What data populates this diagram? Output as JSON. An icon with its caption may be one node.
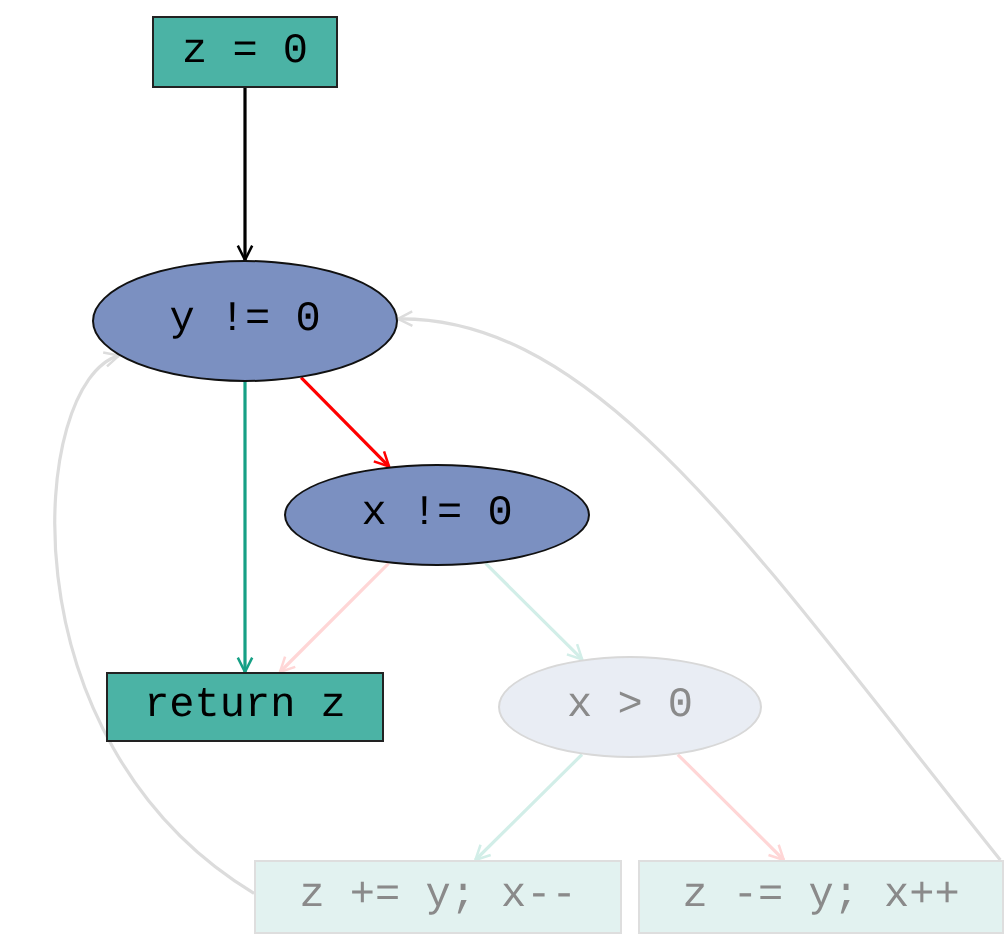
{
  "diagram": {
    "nodes": [
      {
        "text": [
          "z = 0"
        ]
      },
      {
        "text": [
          "y != 0"
        ]
      },
      {
        "text": [
          "x != 0"
        ]
      },
      {
        "text": [
          "return z"
        ]
      },
      {
        "text": [
          "x > 0"
        ]
      },
      {
        "text": [
          "z += y; x--"
        ]
      },
      {
        "text": [
          "z -= y; x++"
        ]
      }
    ],
    "edges": [
      {
        "from": 0,
        "to": 1,
        "arrow": "to",
        "color": "#000000"
      },
      {
        "from": 1,
        "to": 3,
        "arrow": "to",
        "color": "#16a085"
      },
      {
        "from": 1,
        "to": 2,
        "arrow": "to",
        "color": "#ff0000"
      },
      {
        "from": 2,
        "to": 3,
        "arrow": "to",
        "color": "#ffd6d6"
      },
      {
        "from": 2,
        "to": 4,
        "arrow": "to",
        "color": "#d2eee8"
      },
      {
        "from": 4,
        "to": 5,
        "arrow": "to",
        "color": "#d2eee8"
      },
      {
        "from": 4,
        "to": 6,
        "arrow": "to",
        "color": "#ffd6d6"
      },
      {
        "from": 5,
        "to": 1,
        "arrow": "to",
        "color": "#dcdcdc"
      },
      {
        "from": 6,
        "to": 1,
        "arrow": "to",
        "color": "#dcdcdc"
      }
    ]
  }
}
